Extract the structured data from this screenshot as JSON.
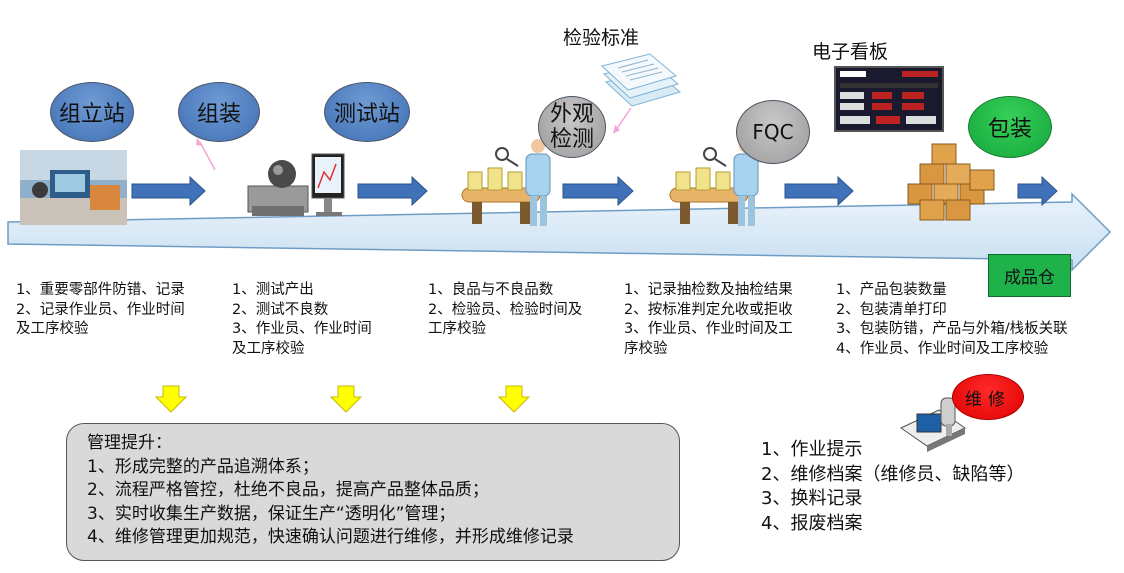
{
  "stations": {
    "assembly_site": "组立站",
    "assembly": "组装",
    "test_site": "测试站",
    "visual_inspection": "外观检测",
    "fqc": "FQC",
    "packing": "包装"
  },
  "labels": {
    "inspection_standard": "检验标准",
    "electronic_board": "电子看板",
    "finished_warehouse": "成品仓",
    "repair": "维修"
  },
  "notes": {
    "assembly": [
      "1、重要零部件防错、记录",
      "2、记录作业员、作业时间",
      "及工序校验"
    ],
    "test": [
      "1、测试产出",
      "2、测试不良数",
      "3、作业员、作业时间",
      "及工序校验"
    ],
    "inspection": [
      "1、良品与不良品数",
      "2、检验员、检验时间及",
      "工序校验"
    ],
    "fqc": [
      "1、记录抽检数及抽检结果",
      "2、按标准判定允收或拒收",
      "3、作业员、作业时间及工",
      "序校验"
    ],
    "packing": [
      "1、产品包装数量",
      "2、包装清单打印",
      "3、包装防错，产品与外箱/栈板关联",
      "4、作业员、作业时间及工序校验"
    ]
  },
  "management": {
    "title": "管理提升：",
    "items": [
      "1、形成完整的产品追溯体系；",
      "2、流程严格管控，杜绝不良品，提高产品整体品质；",
      "3、实时收集生产数据，保证生产“透明化”管理；",
      "4、维修管理更加规范，快速确认问题进行维修，并形成维修记录"
    ]
  },
  "repair_items": [
    "1、作业提示",
    "2、维修档案（维修员、缺陷等）",
    "3、换料记录",
    "4、报废档案"
  ],
  "colors": {
    "station_blue": "#4f7fc2",
    "arrow_blue": "#3f72b8",
    "station_grey": "#b0b0b0",
    "packing_green": "#1fb14a",
    "repair_red": "#ff0000",
    "down_arrow_yellow": "#ffff00"
  }
}
